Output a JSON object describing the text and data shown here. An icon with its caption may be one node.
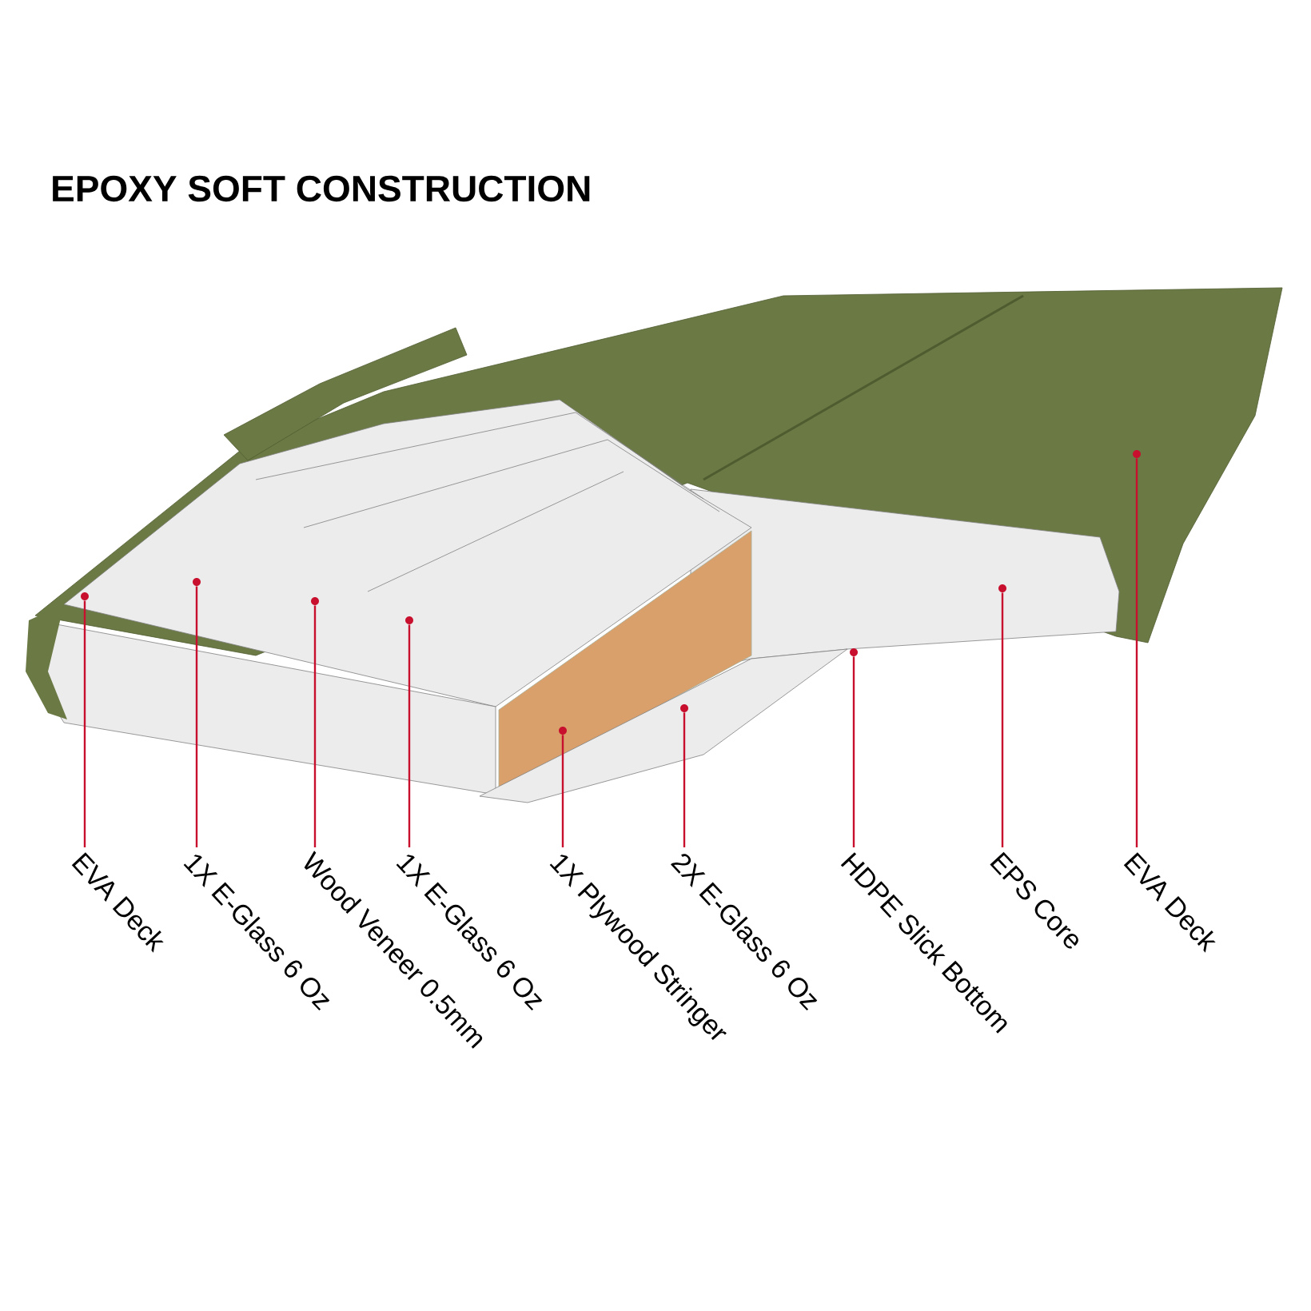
{
  "diagram": {
    "title": "EPOXY SOFT CONSTRUCTION",
    "nodes": [
      {
        "text": [
          "EVA Deck"
        ]
      },
      {
        "text": [
          "1X E-Glass 6 Oz"
        ]
      },
      {
        "text": [
          "Wood Veneer 0.5mm"
        ]
      },
      {
        "text": [
          "1X E-Glass 6 Oz"
        ]
      },
      {
        "text": [
          "1X Plywood Stringer"
        ]
      },
      {
        "text": [
          "2X E-Glass 6 Oz"
        ]
      },
      {
        "text": [
          "HDPE Slick Bottom"
        ]
      },
      {
        "text": [
          "EPS Core"
        ]
      },
      {
        "text": [
          "EVA Deck"
        ]
      },
      {
        "text": [],
        "shape": "circle"
      },
      {
        "text": [],
        "shape": "circle"
      },
      {
        "text": [],
        "shape": "circle"
      },
      {
        "text": [],
        "shape": "circle"
      },
      {
        "text": [],
        "shape": "circle"
      },
      {
        "text": [],
        "shape": "circle"
      },
      {
        "text": [],
        "shape": "circle"
      },
      {
        "text": [],
        "shape": "circle"
      },
      {
        "text": [],
        "shape": "circle"
      }
    ],
    "edges": [
      {
        "from": 0,
        "to": 9,
        "arrow": "none"
      },
      {
        "from": 1,
        "to": 10,
        "arrow": "none"
      },
      {
        "from": 2,
        "to": 11,
        "arrow": "none"
      },
      {
        "from": 3,
        "to": 12,
        "arrow": "none"
      },
      {
        "from": 4,
        "to": 13,
        "arrow": "none"
      },
      {
        "from": 5,
        "to": 14,
        "arrow": "none"
      },
      {
        "from": 6,
        "to": 15,
        "arrow": "none"
      },
      {
        "from": 7,
        "to": 16,
        "arrow": "none"
      },
      {
        "from": 8,
        "to": 17,
        "arrow": "none"
      }
    ]
  }
}
